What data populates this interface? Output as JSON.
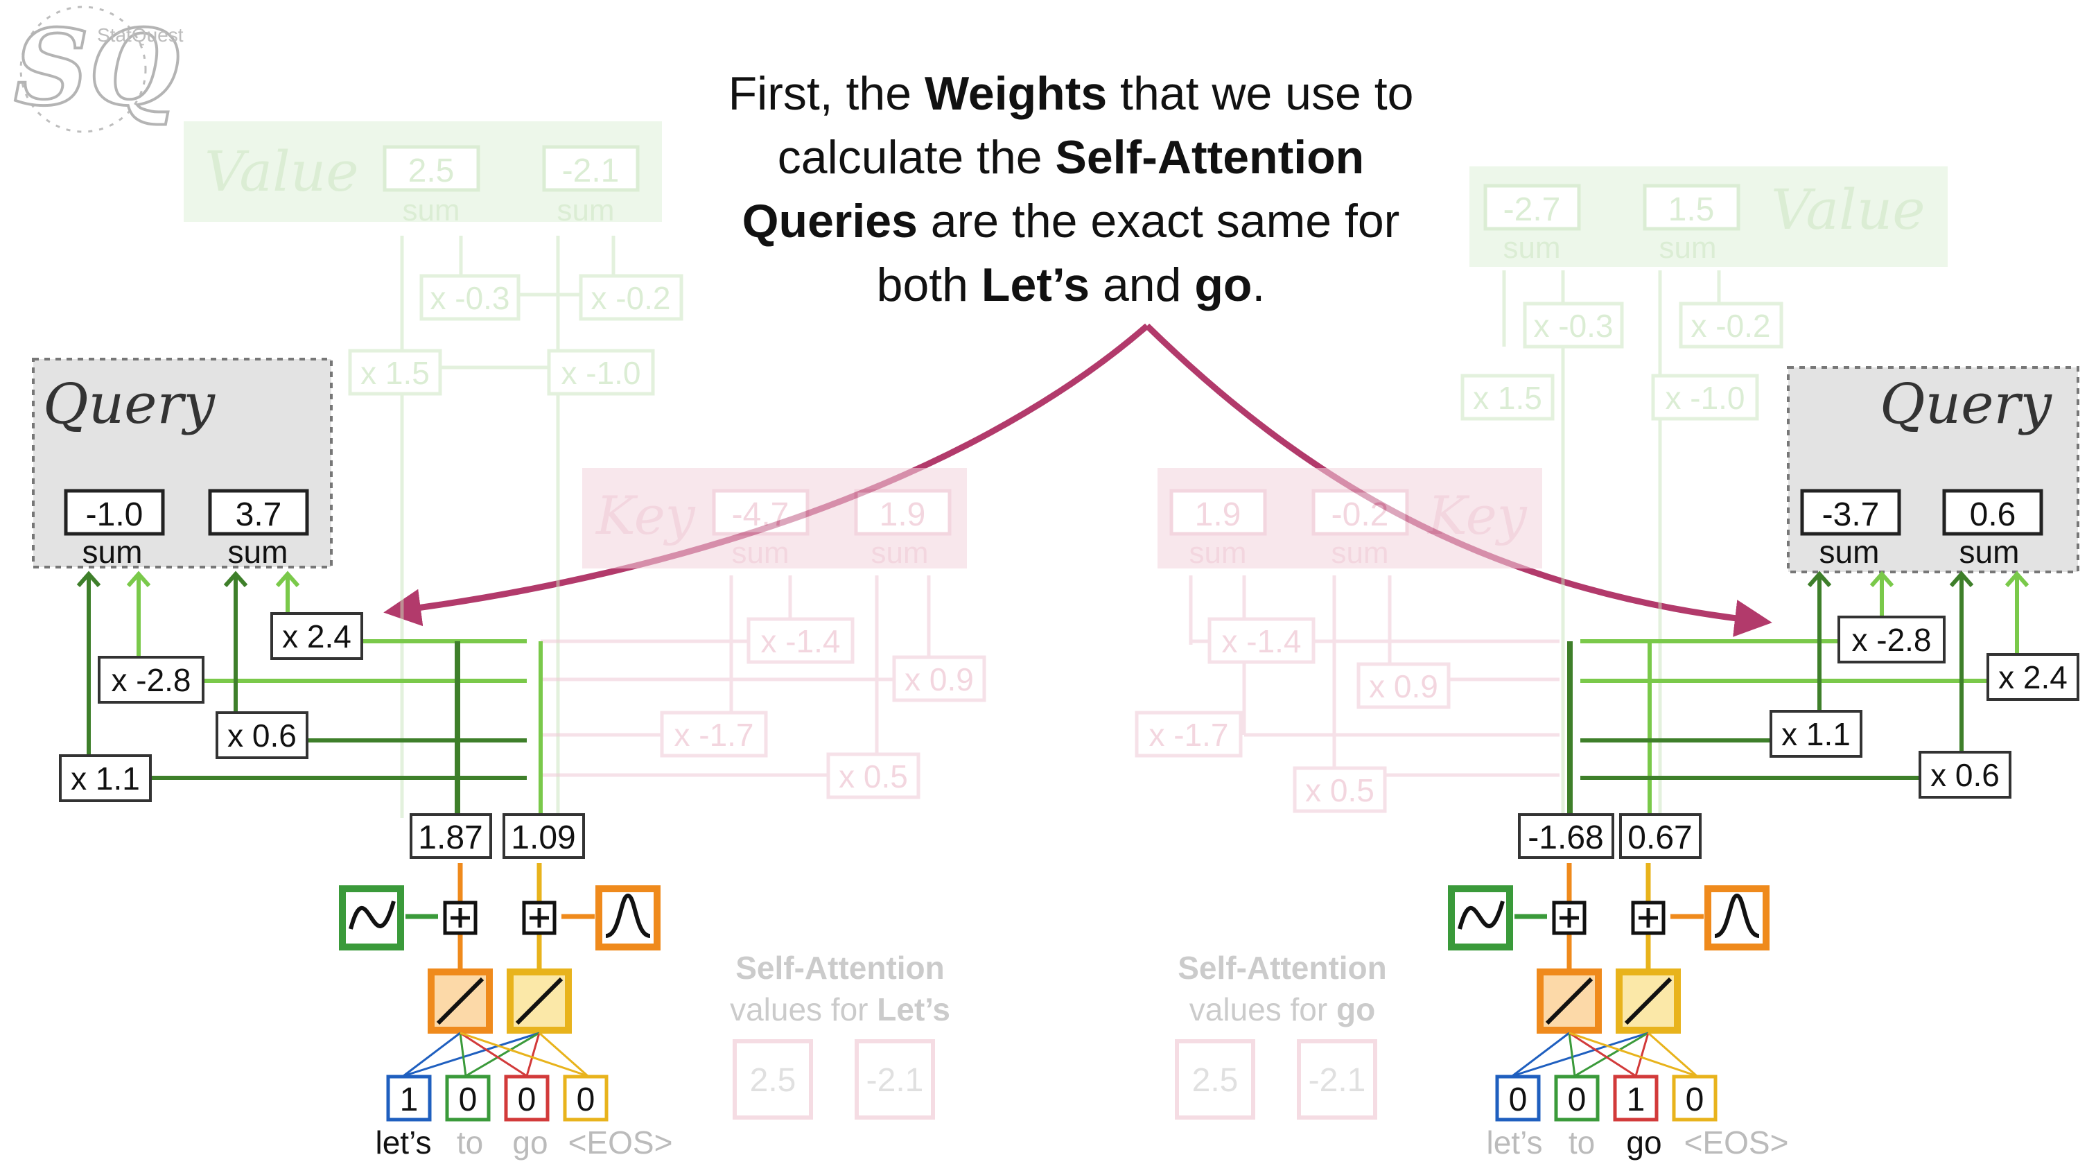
{
  "logo": {
    "primary": "SQ",
    "secondary": "StatQuest"
  },
  "caption": {
    "line1": [
      "First, the ",
      "Weights",
      " that we use to"
    ],
    "line2": [
      "calculate the ",
      "Self-Attention"
    ],
    "line3": [
      "Queries",
      " are the exact same for"
    ],
    "line4": [
      "both ",
      "Let’s",
      " and ",
      "go",
      "."
    ]
  },
  "labels": {
    "query": "Query",
    "value": "Value",
    "key": "Key",
    "sum": "sum"
  },
  "left": {
    "query_values": [
      "-1.0",
      "3.7"
    ],
    "query_weights": [
      "x 2.4",
      "x -2.8",
      "x 0.6",
      "x 1.1"
    ],
    "value_values": [
      "2.5",
      "-2.1"
    ],
    "value_weights": [
      "x 1.5",
      "x -0.3",
      "x -0.2",
      "x -1.0"
    ],
    "key_values": [
      "-4.7",
      "1.9"
    ],
    "key_weights": [
      "x -1.4",
      "x 0.9",
      "x -1.7",
      "x 0.5"
    ],
    "outputs": [
      "1.87",
      "1.09"
    ],
    "one_hot": [
      "1",
      "0",
      "0",
      "0"
    ],
    "tokens": [
      "let’s",
      "to",
      "go",
      "<EOS>"
    ],
    "sa_title": "Self-Attention",
    "sa_sub": [
      "values for ",
      "Let’s"
    ],
    "sa_values": [
      "2.5",
      "-2.1"
    ]
  },
  "right": {
    "query_values": [
      "-3.7",
      "0.6"
    ],
    "query_weights": [
      "x -2.8",
      "x 2.4",
      "x 1.1",
      "x 0.6"
    ],
    "value_values": [
      "-2.7",
      "1.5"
    ],
    "value_weights": [
      "x 1.5",
      "x -0.3",
      "x -0.2",
      "x -1.0"
    ],
    "key_values": [
      "1.9",
      "-0.2"
    ],
    "key_weights": [
      "x -1.4",
      "x 0.9",
      "x -1.7",
      "x 0.5"
    ],
    "outputs": [
      "-1.68",
      "0.67"
    ],
    "one_hot": [
      "0",
      "0",
      "1",
      "0"
    ],
    "tokens": [
      "let’s",
      "to",
      "go",
      "<EOS>"
    ],
    "sa_title": "Self-Attention",
    "sa_sub": [
      "values for ",
      "go"
    ],
    "sa_values": [
      "2.5",
      "-2.1"
    ]
  },
  "colors": {
    "arrow": "#b23a6b",
    "query_box": "#e3e3e3",
    "green_dark": "#3e7f2a",
    "green_light": "#7ac94a",
    "orange": "#ef8a1c",
    "yellow": "#e8b31c",
    "blue": "#1f5fbf",
    "green_token": "#3a9a3a",
    "red": "#d23a3a",
    "faded_green": "#dcf0d6",
    "faded_pink": "#f4d4de"
  }
}
